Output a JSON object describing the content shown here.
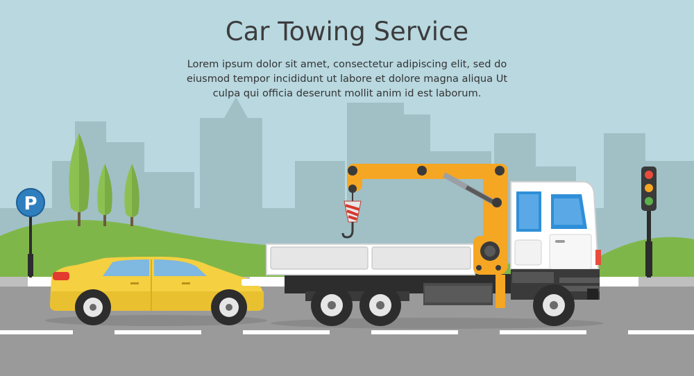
{
  "banner": {
    "title": "Car Towing Service",
    "description_lines": [
      "Lorem ipsum dolor sit amet, consectetur adipiscing elit, sed do",
      "eiusmod tempor incididunt ut labore et dolore magna aliqua  Ut",
      "culpa qui officia deserunt mollit anim id est laborum."
    ]
  },
  "parking_sign": {
    "letter": "P"
  },
  "colors": {
    "sky": "#b9d8e0",
    "buildings": "#9fbfc4",
    "grass": "#7cb347",
    "road": "#9a9a9a",
    "car": "#f5d040",
    "crane": "#f5a623",
    "truck_cab": "#ffffff",
    "sign_blue": "#2f7fbf"
  },
  "icons": [
    "parking-sign-icon",
    "traffic-light-icon",
    "tree-icon",
    "hook-icon"
  ]
}
